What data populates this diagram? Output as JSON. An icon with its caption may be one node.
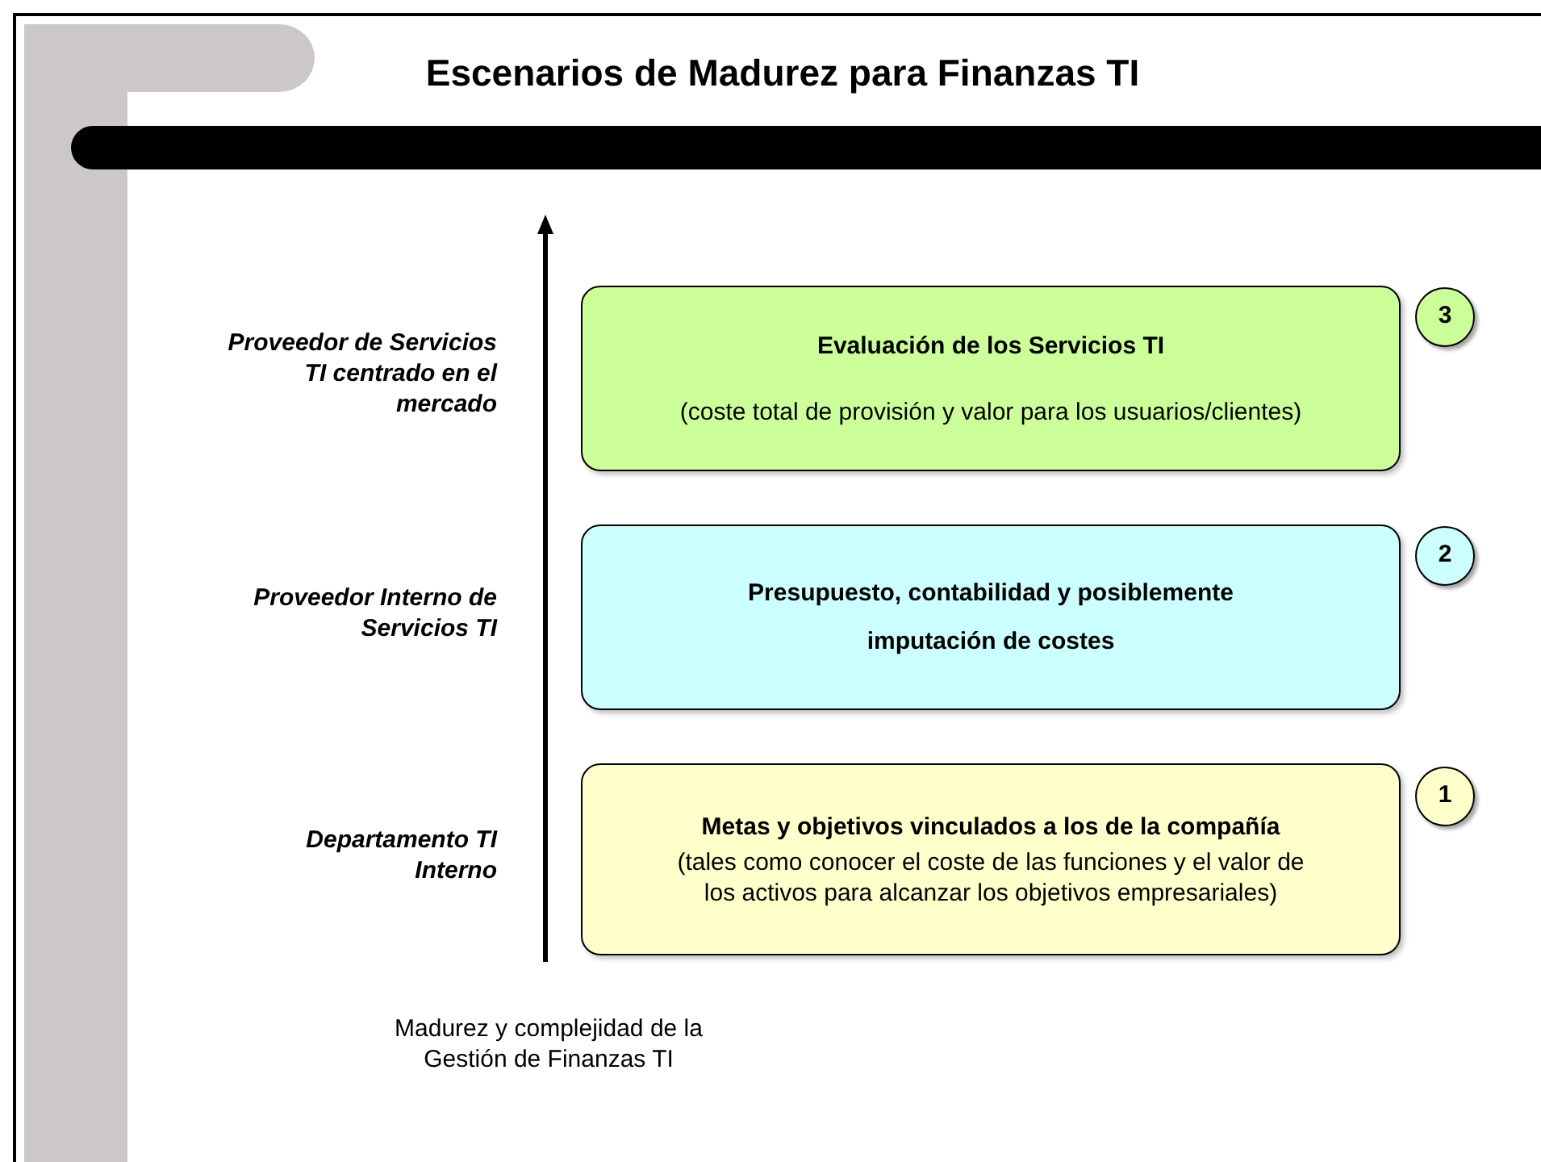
{
  "diagram": {
    "title": "Escenarios de Madurez para Finanzas TI",
    "nodes": [
      {
        "text": [
          "Evaluación de los Servicios TI",
          "(coste total de provisión y valor para los usuarios/clientes)"
        ]
      },
      {
        "text": [
          "3"
        ]
      },
      {
        "text": [
          "Presupuesto, contabilidad y posiblemente imputación de costes"
        ]
      },
      {
        "text": [
          "2"
        ]
      },
      {
        "text": [
          "Metas y objetivos vinculados a los de la compañía",
          "(tales como conocer el coste de las funciones y el valor de los activos para alcanzar los objetivos empresariales)"
        ]
      },
      {
        "text": [
          "1"
        ]
      }
    ],
    "labels": [
      "Proveedor de Servicios TI centrado en el mercado",
      "Proveedor Interno de Servicios TI",
      "Departamento TI Interno",
      "Madurez y complejidad de la Gestión de Finanzas TI"
    ]
  }
}
